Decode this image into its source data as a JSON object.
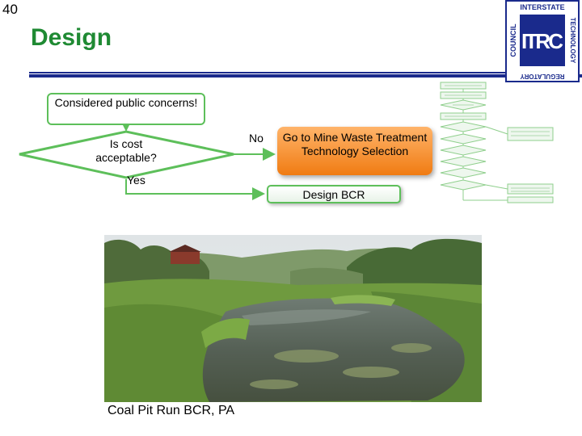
{
  "slide": {
    "number": "40",
    "title": "Design"
  },
  "logo": {
    "top_text": "INTERSTATE",
    "left_text": "COUNCIL",
    "right_text": "TECHNOLOGY",
    "bottom_text": "REGULATORY",
    "mark": "ITRC"
  },
  "flow": {
    "box1": "Considered public concerns!",
    "decision": "Is cost acceptable?",
    "no_label": "No",
    "yes_label": "Yes",
    "no_target": "Go to Mine Waste Treatment Technology Selection",
    "yes_target": "Design BCR"
  },
  "photo": {
    "caption": "Coal Pit Run BCR, PA"
  },
  "colors": {
    "title_green": "#1f8a33",
    "rule_blue": "#1a2a8c",
    "flow_green": "#5dbf5a",
    "orange": "#f07b12"
  }
}
